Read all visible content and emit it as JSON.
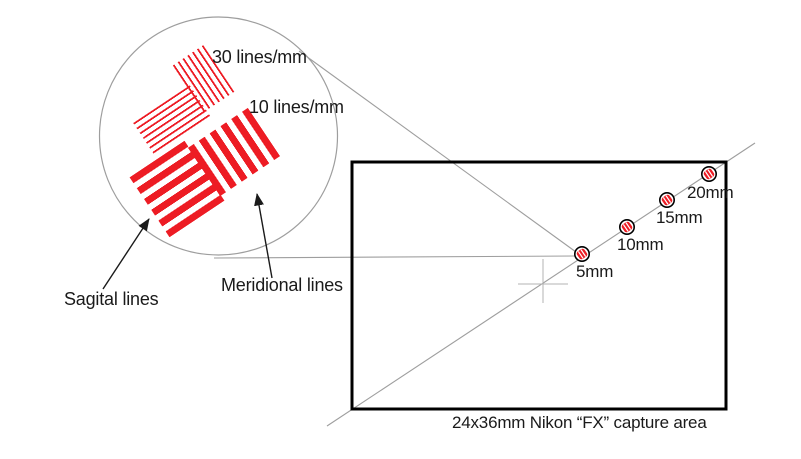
{
  "magnifier": {
    "fine_label": "30 lines/mm",
    "coarse_label": "10 lines/mm",
    "sagittal_label": "Sagital lines",
    "meridional_label": "Meridional lines"
  },
  "frame": {
    "caption": "24x36mm Nikon “FX” capture area",
    "targets": [
      {
        "label": "5mm"
      },
      {
        "label": "10mm"
      },
      {
        "label": "15mm"
      },
      {
        "label": "20mm"
      }
    ]
  },
  "colors": {
    "stripe_red": "#ed1c24",
    "line_gray": "#9e9e9e",
    "frame_black": "#000000",
    "text_black": "#1a1a1a"
  }
}
